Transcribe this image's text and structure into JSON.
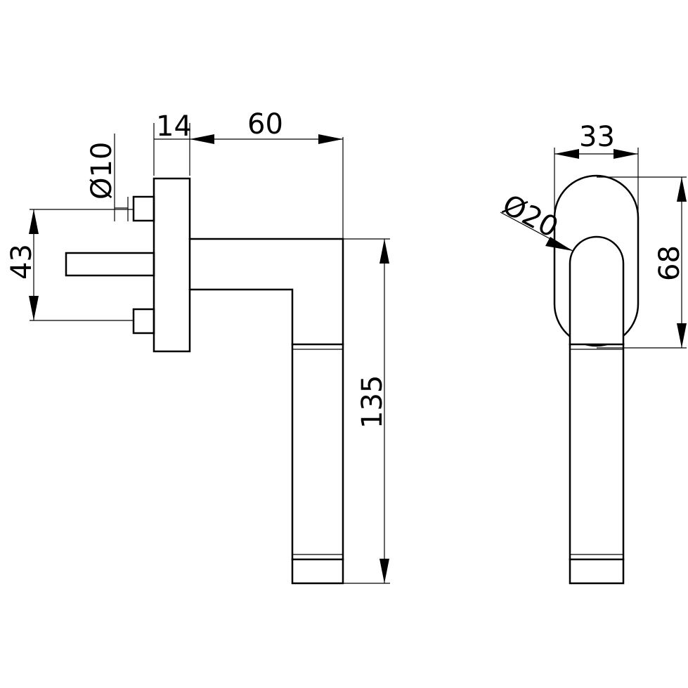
{
  "side_view": {
    "dim_width_base": "14",
    "dim_length_lever": "60",
    "dim_pin_diameter": "Ø10",
    "dim_pin_spacing": "43",
    "dim_height_lever": "135"
  },
  "front_view": {
    "dim_rose_width": "33",
    "dim_rose_height": "68",
    "dim_neck_diameter": "Ø20"
  },
  "colors": {
    "line": "#000000",
    "background": "#ffffff"
  }
}
